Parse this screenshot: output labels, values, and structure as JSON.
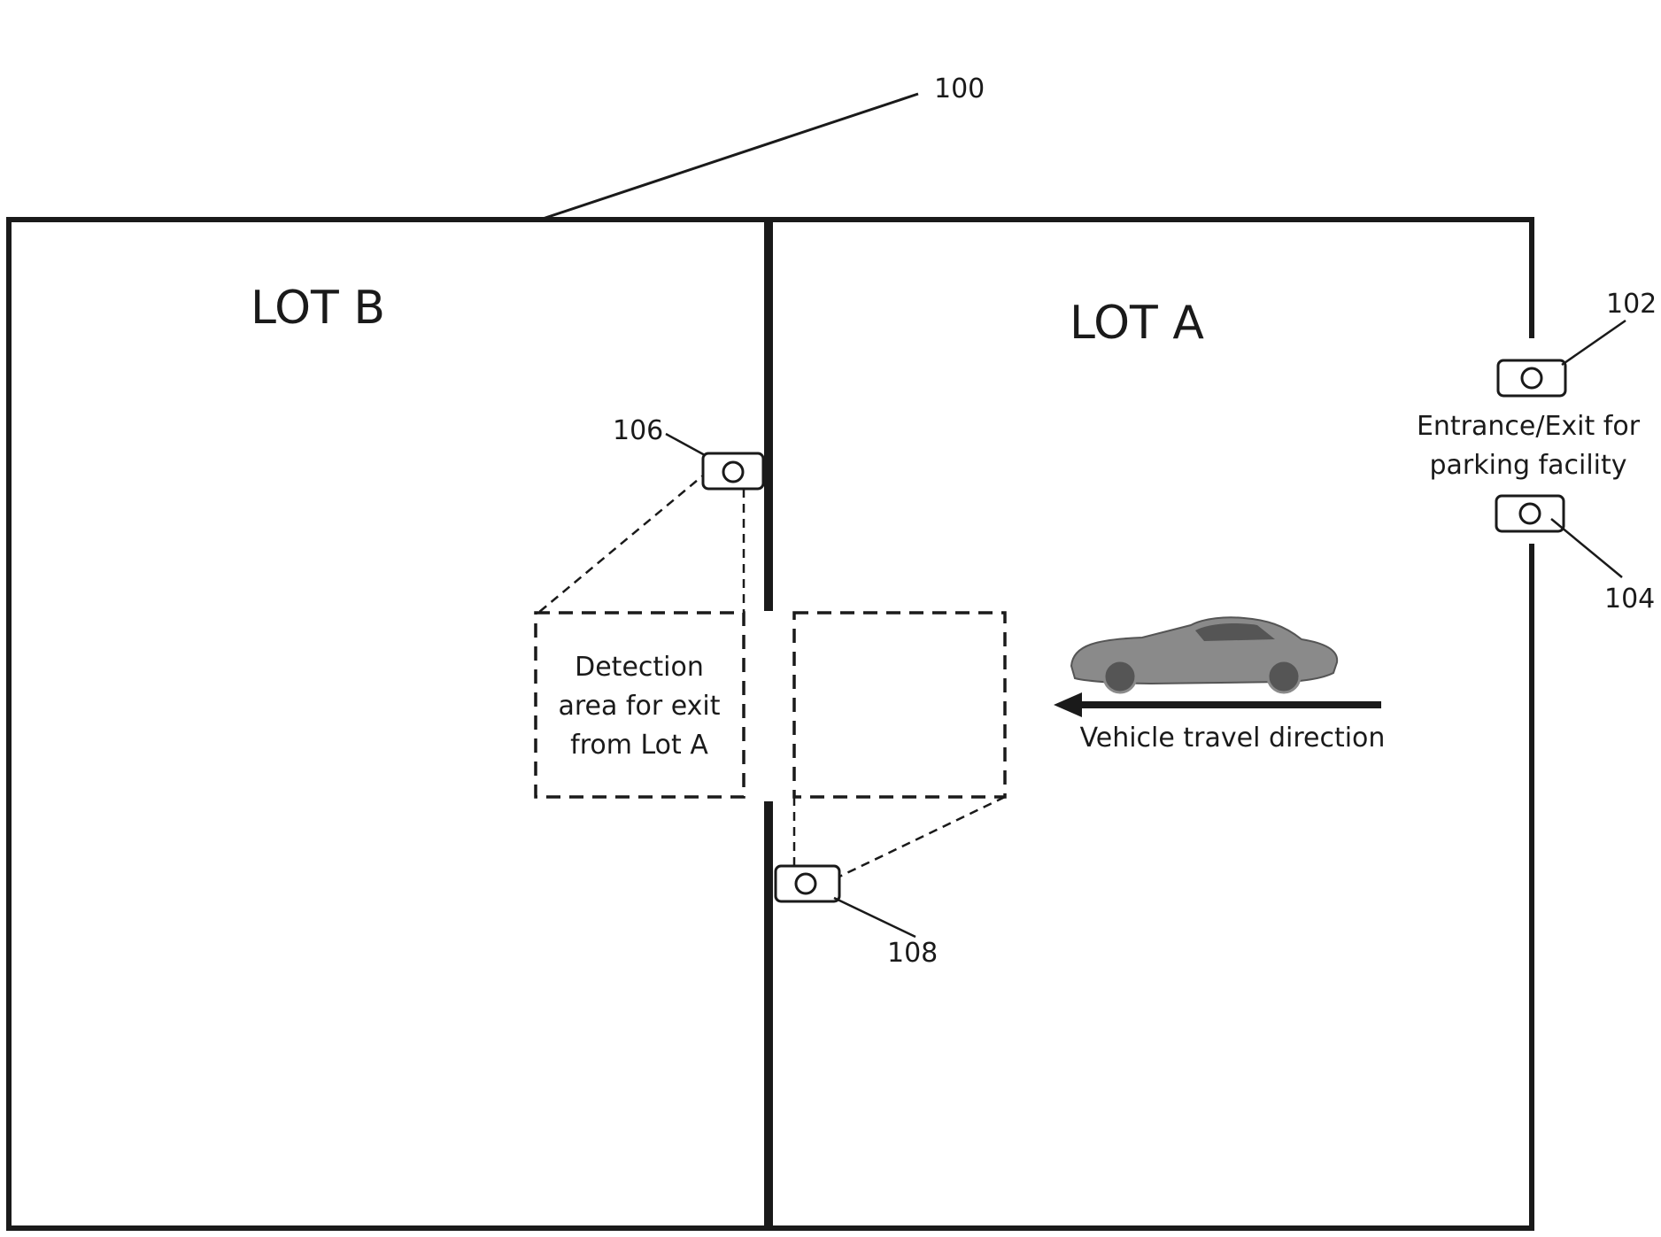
{
  "reference_numerals": {
    "facility": "100",
    "camera_entrance_top": "102",
    "camera_entrance_bottom": "104",
    "camera_lot_b": "106",
    "camera_lot_a": "108"
  },
  "lots": {
    "lot_b": "LOT B",
    "lot_a": "LOT A"
  },
  "entrance_label": {
    "line1": "Entrance/Exit for",
    "line2": "parking facility"
  },
  "detection_area_label": {
    "line1": "Detection",
    "line2": "area for exit",
    "line3": "from Lot A"
  },
  "vehicle_direction_label": "Vehicle travel direction",
  "icons": {
    "camera": "camera-icon",
    "vehicle": "car-icon",
    "direction": "arrow-left-icon"
  },
  "colors": {
    "line": "#1a1a1a",
    "car_body": "#8a8a8a",
    "car_dark": "#555555"
  }
}
